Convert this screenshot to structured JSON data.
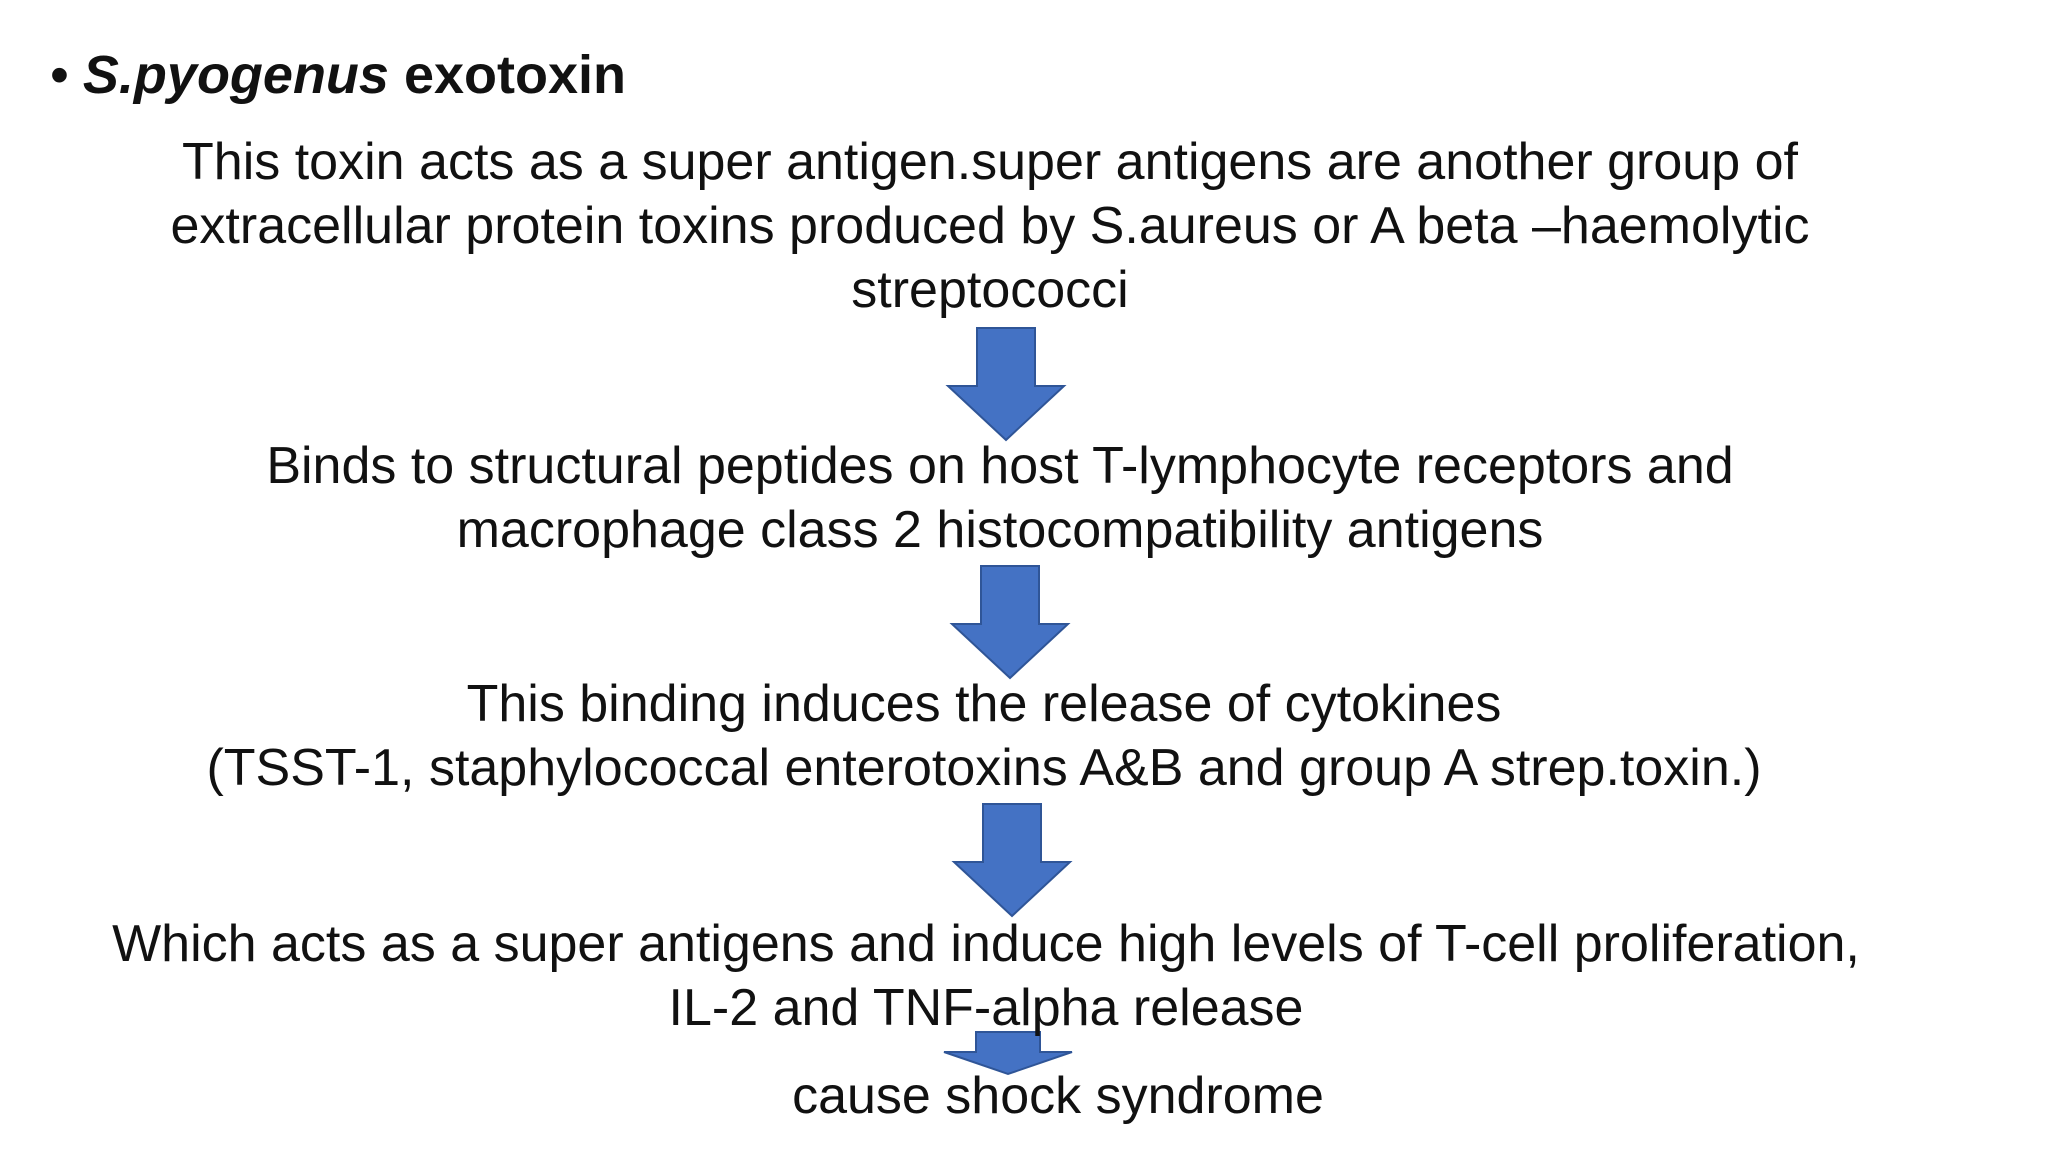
{
  "slide": {
    "heading": {
      "bullet": "•",
      "species": "S.pyogenus",
      "rest": "exotoxin"
    },
    "steps": [
      {
        "lines": [
          "This toxin acts as a super antigen.super antigens are another group of",
          "extracellular protein toxins produced by S.aureus or A beta –haemolytic",
          "streptococci"
        ]
      },
      {
        "lines": [
          "Binds to structural peptides on host T-lymphocyte receptors  and",
          "macrophage class 2 histocompatibility antigens"
        ]
      },
      {
        "lines": [
          "This binding induces the release of cytokines",
          "(TSST-1, staphylococcal enterotoxins A&B and group A strep.toxin.)"
        ]
      },
      {
        "lines": [
          "Which acts as a super antigens and induce high levels of T-cell proliferation,",
          "IL-2 and TNF-alpha release"
        ]
      },
      {
        "lines": [
          "cause shock syndrome"
        ]
      }
    ],
    "arrow_color": "#4472C4",
    "arrow_border_color": "#2F5597"
  }
}
